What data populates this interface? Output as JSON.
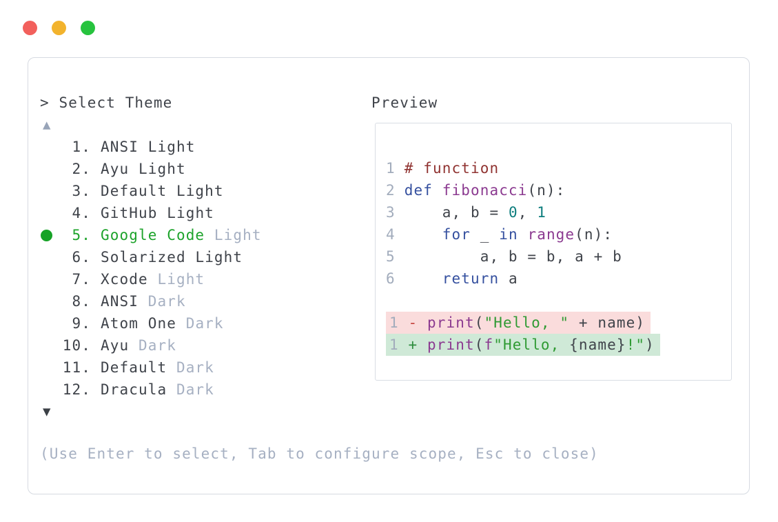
{
  "window": {
    "traffic_lights": [
      {
        "name": "close",
        "color": "#f2605c"
      },
      {
        "name": "minimize",
        "color": "#f2b32d"
      },
      {
        "name": "zoom",
        "color": "#27c33e"
      }
    ]
  },
  "picker": {
    "prompt": "> Select Theme",
    "scroll_up_glyph": "▲",
    "scroll_down_glyph": "▼",
    "items": [
      {
        "num": "1.",
        "name": "ANSI",
        "variant": "Light",
        "variant_muted": false,
        "selected": false
      },
      {
        "num": "2.",
        "name": "Ayu",
        "variant": "Light",
        "variant_muted": false,
        "selected": false
      },
      {
        "num": "3.",
        "name": "Default",
        "variant": "Light",
        "variant_muted": false,
        "selected": false
      },
      {
        "num": "4.",
        "name": "GitHub",
        "variant": "Light",
        "variant_muted": false,
        "selected": false
      },
      {
        "num": "5.",
        "name": "Google Code",
        "variant": "Light",
        "variant_muted": true,
        "selected": true
      },
      {
        "num": "6.",
        "name": "Solarized",
        "variant": "Light",
        "variant_muted": false,
        "selected": false
      },
      {
        "num": "7.",
        "name": "Xcode",
        "variant": "Light",
        "variant_muted": true,
        "selected": false
      },
      {
        "num": "8.",
        "name": "ANSI",
        "variant": "Dark",
        "variant_muted": true,
        "selected": false
      },
      {
        "num": "9.",
        "name": "Atom One",
        "variant": "Dark",
        "variant_muted": true,
        "selected": false
      },
      {
        "num": "10.",
        "name": "Ayu",
        "variant": "Dark",
        "variant_muted": true,
        "selected": false
      },
      {
        "num": "11.",
        "name": "Default",
        "variant": "Dark",
        "variant_muted": true,
        "selected": false
      },
      {
        "num": "12.",
        "name": "Dracula",
        "variant": "Dark",
        "variant_muted": true,
        "selected": false
      }
    ],
    "help": "(Use Enter to select, Tab to configure scope, Esc to close)"
  },
  "preview": {
    "label": "Preview",
    "code_lines": [
      {
        "no": "1",
        "tokens": [
          {
            "t": "# function",
            "c": "com"
          }
        ]
      },
      {
        "no": "2",
        "tokens": [
          {
            "t": "def",
            "c": "kw"
          },
          {
            "t": " ",
            "c": "plain"
          },
          {
            "t": "fibonacci",
            "c": "fn"
          },
          {
            "t": "(n):",
            "c": "plain"
          }
        ]
      },
      {
        "no": "3",
        "tokens": [
          {
            "t": "    a, b = ",
            "c": "plain"
          },
          {
            "t": "0",
            "c": "num"
          },
          {
            "t": ", ",
            "c": "plain"
          },
          {
            "t": "1",
            "c": "num"
          }
        ]
      },
      {
        "no": "4",
        "tokens": [
          {
            "t": "    ",
            "c": "plain"
          },
          {
            "t": "for",
            "c": "kw"
          },
          {
            "t": " _ ",
            "c": "plain"
          },
          {
            "t": "in",
            "c": "kw"
          },
          {
            "t": " ",
            "c": "plain"
          },
          {
            "t": "range",
            "c": "fn"
          },
          {
            "t": "(n):",
            "c": "plain"
          }
        ]
      },
      {
        "no": "5",
        "tokens": [
          {
            "t": "        a, b = b, a + b",
            "c": "plain"
          }
        ]
      },
      {
        "no": "6",
        "tokens": [
          {
            "t": "    ",
            "c": "plain"
          },
          {
            "t": "return",
            "c": "kw"
          },
          {
            "t": " a",
            "c": "plain"
          }
        ]
      }
    ],
    "diff_lines": [
      {
        "no": "1",
        "kind": "removed",
        "tokens": [
          {
            "t": " ",
            "c": "plain"
          },
          {
            "t": "-",
            "c": "minus"
          },
          {
            "t": " ",
            "c": "plain"
          },
          {
            "t": "print",
            "c": "fn"
          },
          {
            "t": "(",
            "c": "plain"
          },
          {
            "t": "\"Hello, \"",
            "c": "str"
          },
          {
            "t": " + name)",
            "c": "plain"
          }
        ]
      },
      {
        "no": "1",
        "kind": "added",
        "tokens": [
          {
            "t": " ",
            "c": "plain"
          },
          {
            "t": "+",
            "c": "plus"
          },
          {
            "t": " ",
            "c": "plain"
          },
          {
            "t": "print",
            "c": "fn"
          },
          {
            "t": "(",
            "c": "plain"
          },
          {
            "t": "f",
            "c": "fn"
          },
          {
            "t": "\"Hello, ",
            "c": "str"
          },
          {
            "t": "{name}",
            "c": "plain"
          },
          {
            "t": "!\"",
            "c": "str"
          },
          {
            "t": ")",
            "c": "plain"
          }
        ]
      }
    ]
  },
  "colors": {
    "text_dark": "#3f434a",
    "text_muted": "#a6b0c2",
    "border": "#d6dae1",
    "accent_green": "#1da32b",
    "bullet_green": "#16a226",
    "kw": "#35509f",
    "com": "#903331",
    "fn": "#8b3a90",
    "num_lit": "#0d7d7d",
    "str": "#2f9a33",
    "plain_code": "#3f434a",
    "lineno": "#a2acbc",
    "minus": "#c5443e",
    "plus": "#2c8c3c",
    "removed_bg": "#fadcdc",
    "added_bg": "#cfe9d7",
    "scroll_up": "#98a4b8",
    "scroll_down": "#3b4046"
  }
}
